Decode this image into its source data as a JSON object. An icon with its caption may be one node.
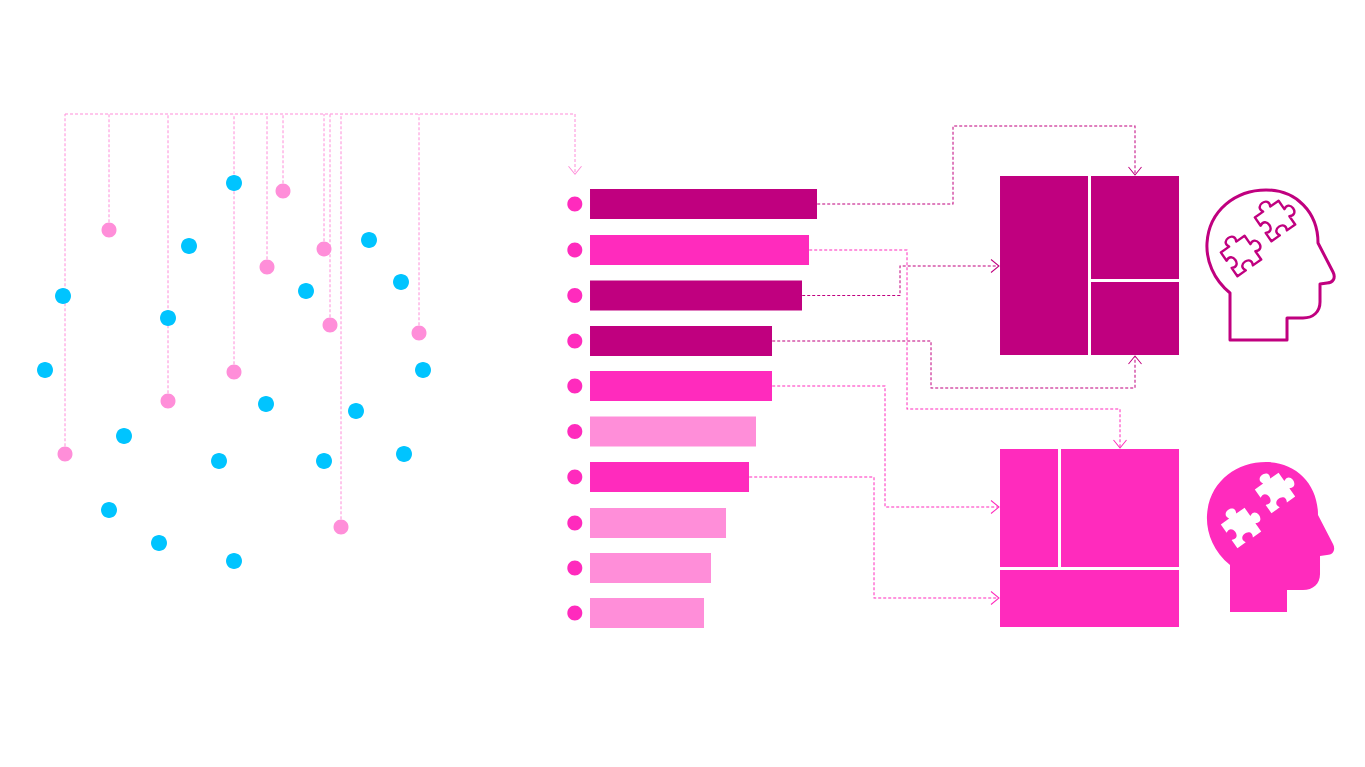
{
  "diagram": {
    "nodes": [
      {
        "text": [],
        "shape": "circle"
      },
      {
        "text": [],
        "shape": "circle"
      },
      {
        "text": [],
        "shape": "circle"
      },
      {
        "text": [],
        "shape": "circle"
      },
      {
        "text": [],
        "shape": "circle"
      },
      {
        "text": [],
        "shape": "circle"
      },
      {
        "text": [],
        "shape": "circle"
      },
      {
        "text": [],
        "shape": "circle"
      },
      {
        "text": [],
        "shape": "circle"
      },
      {
        "text": [],
        "shape": "circle"
      },
      {
        "text": [],
        "shape": "bar"
      },
      {
        "text": [],
        "shape": "bar"
      },
      {
        "text": [],
        "shape": "bar"
      },
      {
        "text": [],
        "shape": "bar"
      },
      {
        "text": [],
        "shape": "bar"
      },
      {
        "text": [],
        "shape": "bar"
      },
      {
        "text": [],
        "shape": "bar"
      },
      {
        "text": [],
        "shape": "bar"
      },
      {
        "text": [],
        "shape": "bar"
      },
      {
        "text": [],
        "shape": "bar"
      },
      {
        "text": [],
        "shape": "box"
      },
      {
        "text": [],
        "shape": "box"
      },
      {
        "text": [],
        "shape": "box"
      },
      {
        "text": [],
        "shape": "box"
      },
      {
        "text": [],
        "shape": "box"
      },
      {
        "text": [],
        "shape": "box"
      }
    ],
    "edges": [
      {
        "from": 0,
        "to": null,
        "arrow": "to",
        "style": "dashed"
      },
      {
        "from": 1,
        "to": null,
        "arrow": "to",
        "style": "dashed"
      },
      {
        "from": 2,
        "to": null,
        "arrow": "to",
        "style": "dashed"
      },
      {
        "from": 3,
        "to": null,
        "arrow": "to",
        "style": "dashed"
      },
      {
        "from": 4,
        "to": null,
        "arrow": "to",
        "style": "dashed"
      },
      {
        "from": 5,
        "to": null,
        "arrow": "to",
        "style": "dashed"
      },
      {
        "from": 6,
        "to": null,
        "arrow": "to",
        "style": "dashed"
      },
      {
        "from": 7,
        "to": null,
        "arrow": "to",
        "style": "dashed"
      },
      {
        "from": 8,
        "to": null,
        "arrow": "to",
        "style": "dashed"
      },
      {
        "from": 9,
        "to": null,
        "arrow": "to",
        "style": "dashed"
      },
      {
        "from": 10,
        "to": 21,
        "arrow": "to",
        "style": "dashed",
        "color": "#c0007f"
      },
      {
        "from": 11,
        "to": 24,
        "arrow": "to",
        "style": "dashed",
        "color": "#ff2bbd"
      },
      {
        "from": 12,
        "to": 20,
        "arrow": "to",
        "style": "dashed",
        "color": "#c0007f"
      },
      {
        "from": 13,
        "to": 22,
        "arrow": "to",
        "style": "dashed",
        "color": "#c0007f"
      },
      {
        "from": 14,
        "to": 23,
        "arrow": "to",
        "style": "dashed",
        "color": "#ff2bbd"
      },
      {
        "from": 16,
        "to": 25,
        "arrow": "to",
        "style": "dashed",
        "color": "#ff2bbd"
      }
    ]
  }
}
